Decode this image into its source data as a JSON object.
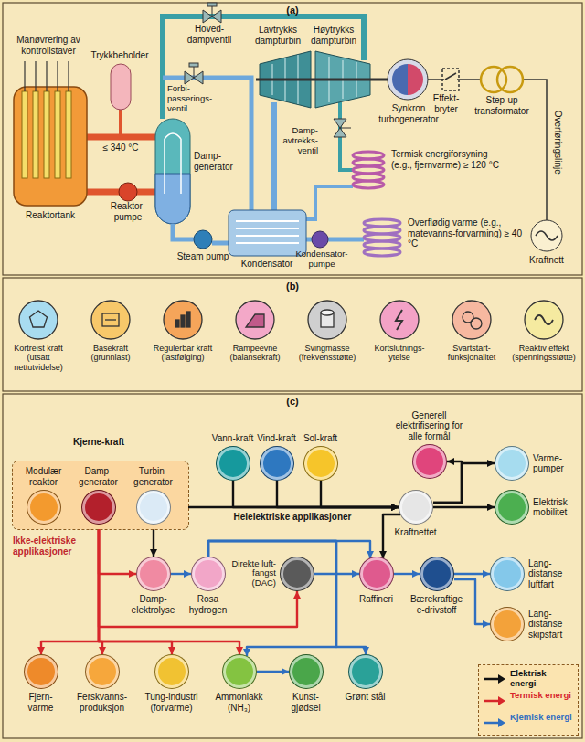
{
  "diagram": {
    "nodes": [
      {
        "text": [
          "Kjerne-kraft"
        ]
      },
      {
        "text": [
          "Modulær reaktor"
        ],
        "in": 0
      },
      {
        "text": [
          "Damp-generator"
        ],
        "in": 0
      },
      {
        "text": [
          "Turbin-generator"
        ],
        "in": 0
      },
      {
        "text": [
          "Vann-kraft"
        ]
      },
      {
        "text": [
          "Vind-kraft"
        ]
      },
      {
        "text": [
          "Sol-kraft"
        ]
      },
      {
        "text": [
          "Kraftnettet"
        ]
      },
      {
        "text": [
          "Generell elektrifisering for alle formål"
        ]
      },
      {
        "text": [
          "Varme-pumper"
        ]
      },
      {
        "text": [
          "Elektrisk mobilitet"
        ]
      },
      {
        "text": [
          "Damp-elektrolyse"
        ]
      },
      {
        "text": [
          "Rosa hydrogen"
        ]
      },
      {
        "text": [
          "Direkte luft-fangst (DAC)"
        ]
      },
      {
        "text": [
          "Raffineri"
        ]
      },
      {
        "text": [
          "Bærekraftige e-drivstoff"
        ]
      },
      {
        "text": [
          "Lang-distanse luftfart"
        ]
      },
      {
        "text": [
          "Lang-distanse skipsfart"
        ]
      },
      {
        "text": [
          "Fjern-varme"
        ]
      },
      {
        "text": [
          "Ferskvanns-produksjon"
        ]
      },
      {
        "text": [
          "Tung-industri (forvarme)"
        ]
      },
      {
        "text": [
          "Ammoniakk (NH₃)"
        ]
      },
      {
        "text": [
          "Kunst-gjødsel"
        ]
      },
      {
        "text": [
          "Grønt stål"
        ]
      }
    ],
    "edges": [
      {
        "from": 1,
        "to": 2,
        "arrow": "to"
      },
      {
        "from": 2,
        "to": 3,
        "arrow": "to"
      },
      {
        "from": 3,
        "to": 7,
        "arrow": "to"
      },
      {
        "from": 4,
        "to": 7,
        "arrow": "to"
      },
      {
        "from": 5,
        "to": 7,
        "arrow": "to"
      },
      {
        "from": 6,
        "to": 7,
        "arrow": "to"
      },
      {
        "from": 7,
        "to": 8,
        "arrow": "to"
      },
      {
        "from": 7,
        "to": 9,
        "arrow": "to"
      },
      {
        "from": 7,
        "to": 10,
        "arrow": "to"
      },
      {
        "from": 3,
        "to": 11,
        "arrow": "to"
      },
      {
        "from": 2,
        "to": 11,
        "arrow": "to"
      },
      {
        "from": 2,
        "to": 13,
        "arrow": "to"
      },
      {
        "from": 2,
        "to": 18,
        "arrow": "to"
      },
      {
        "from": 2,
        "to": 19,
        "arrow": "to"
      },
      {
        "from": 2,
        "to": 20,
        "arrow": "to"
      },
      {
        "from": 2,
        "to": 21,
        "arrow": "to"
      },
      {
        "from": 11,
        "to": 12,
        "arrow": "to"
      },
      {
        "from": 12,
        "to": 14,
        "arrow": "to"
      },
      {
        "from": 13,
        "to": 14,
        "arrow": "to"
      },
      {
        "from": 7,
        "to": 14,
        "arrow": "to"
      },
      {
        "from": 14,
        "to": 15,
        "arrow": "to"
      },
      {
        "from": 15,
        "to": 16,
        "arrow": "to"
      },
      {
        "from": 15,
        "to": 17,
        "arrow": "to"
      },
      {
        "from": 12,
        "to": 21,
        "arrow": "to"
      },
      {
        "from": 12,
        "to": 23,
        "arrow": "to"
      },
      {
        "from": 21,
        "to": 22,
        "arrow": "to"
      }
    ],
    "labels": [
      "(a)",
      "Manøvrering av kontrollstaver",
      "Trykkbeholder",
      "≤ 340 °C",
      "Reaktortank",
      "Reaktor-pumpe",
      "Hoved-dampventil",
      "Forbi-passerings-ventil",
      "Damp-generator",
      "Lavtrykks dampturbin",
      "Høytrykks dampturbin",
      "Synkron turbogenerator",
      "Effekt-bryter",
      "Step-up transformator",
      "Overføringslinje",
      "Damp-avtrekks-ventil",
      "Termisk energiforsyning (e.g., fjernvarme) ≥ 120 °C",
      "Steam pump",
      "Kondensator",
      "Kondensator-pumpe",
      "Overflødig varme (e.g., matevanns-forvarming) ≥ 40 °C",
      "Kraftnett",
      "(b)",
      "Kortreist kraft (utsatt nettutvidelse)",
      "Basekraft (grunnlast)",
      "Regulerbar kraft (lastfølging)",
      "Rampeevne (balansekraft)",
      "Svingmasse (frekvensstøtte)",
      "Kortslutnings-ytelse",
      "Svartstart-funksjonalitet",
      "Reaktiv effekt (spenningsstøtte)",
      "(c)",
      "Helelektriske applikasjoner",
      "Ikke-elektriske applikasjoner"
    ],
    "legend": [
      {
        "text": "Elektrisk energi",
        "color": "#111111"
      },
      {
        "text": "Termisk energi",
        "color": "#d7262b"
      },
      {
        "text": "Kjemisk energi",
        "color": "#2f6fc0"
      }
    ]
  }
}
